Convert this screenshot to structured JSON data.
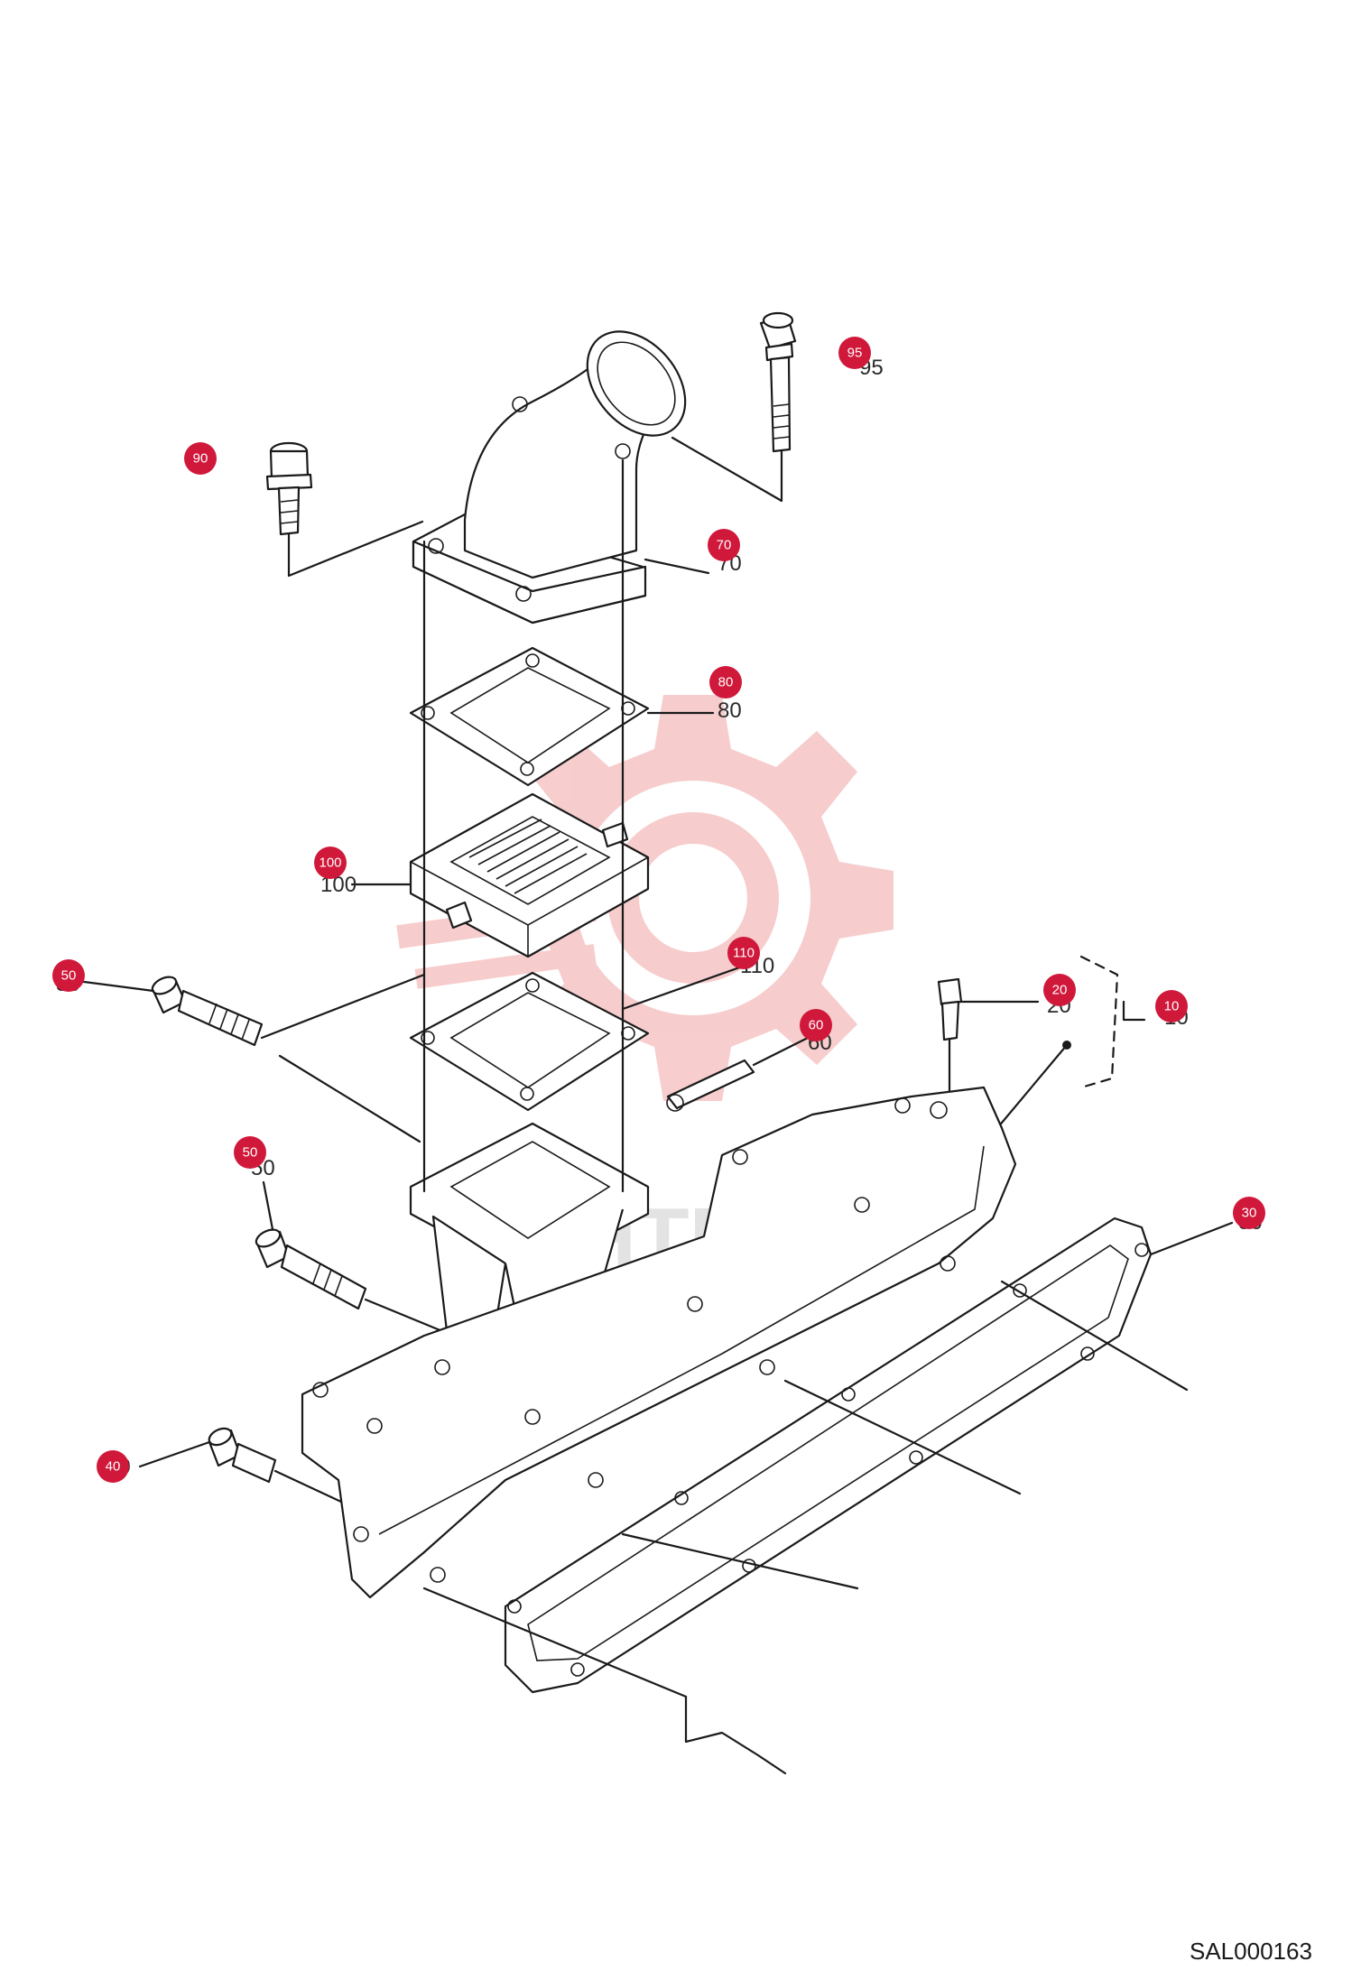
{
  "parts": [
    {
      "callout": "95",
      "printed": "95"
    },
    {
      "callout": "90",
      "printed": "90"
    },
    {
      "callout": "70",
      "printed": "70"
    },
    {
      "callout": "80",
      "printed": "80"
    },
    {
      "callout": "100",
      "printed": "100"
    },
    {
      "callout": "110",
      "printed": "110"
    },
    {
      "callout": "50",
      "printed": "50"
    },
    {
      "callout": "20",
      "printed": "20"
    },
    {
      "callout": "10",
      "printed": "10"
    },
    {
      "callout": "60",
      "printed": "60"
    },
    {
      "callout": "50",
      "printed": "50"
    },
    {
      "callout": "30",
      "printed": "30"
    },
    {
      "callout": "40",
      "printed": "40"
    }
  ],
  "watermark": {
    "text": "VIHTEX",
    "color": "#e8a0a0"
  },
  "colors": {
    "badge": "#d0183a",
    "line": "#1a1a1a"
  },
  "document_code": "SAL000163"
}
